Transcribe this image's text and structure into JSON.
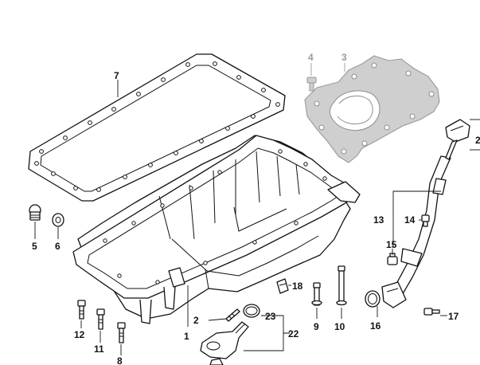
{
  "callouts": {
    "c1": "1",
    "c2": "2",
    "c3": "3",
    "c4": "4",
    "c5": "5",
    "c6": "6",
    "c7": "7",
    "c8": "8",
    "c9": "9",
    "c10": "10",
    "c11": "11",
    "c12": "12",
    "c13": "13",
    "c14": "14",
    "c15": "15",
    "c16": "16",
    "c17": "17",
    "c18": "18",
    "c22": "22",
    "c23": "23",
    "c_edge": "2"
  },
  "colors": {
    "ink": "#111111",
    "superseded_part": "#9a9a9a"
  }
}
